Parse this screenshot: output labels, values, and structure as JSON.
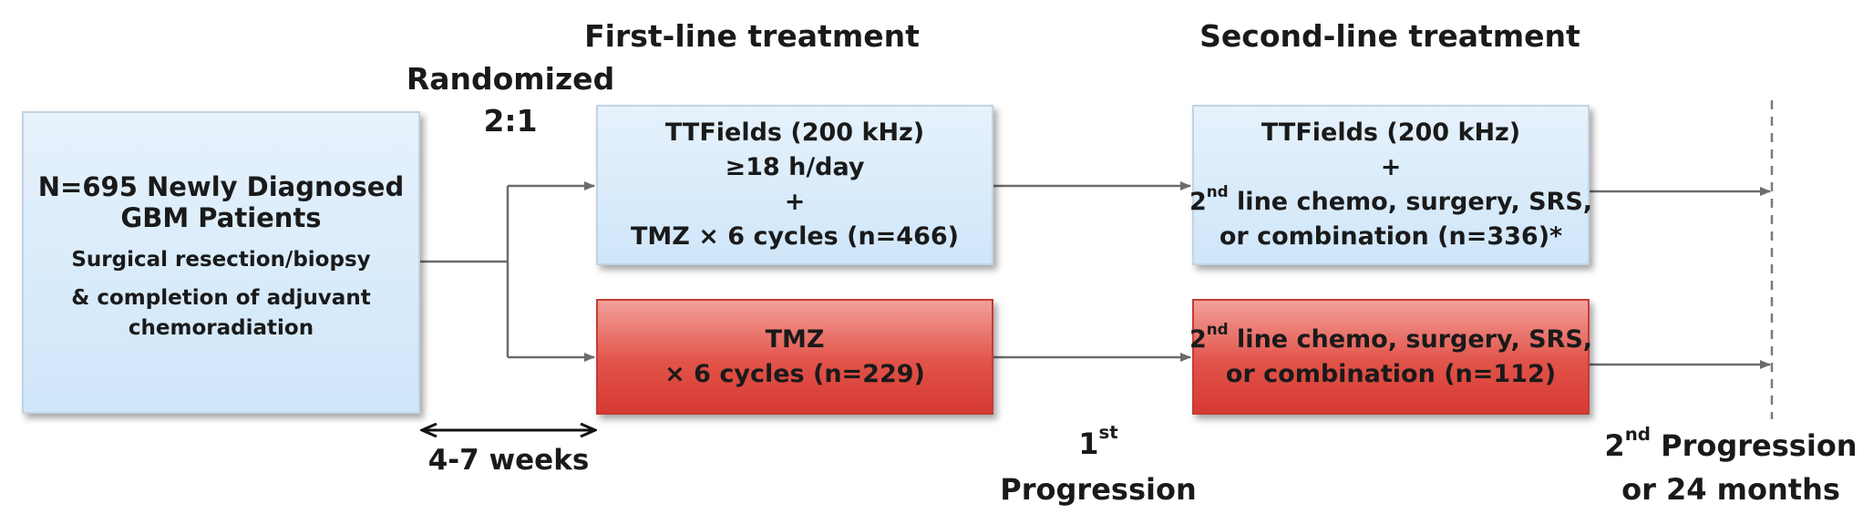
{
  "headers": {
    "first_line": "First-line treatment",
    "second_line": "Second-line treatment"
  },
  "randomization": {
    "line1": "Randomized",
    "line2": "2:1"
  },
  "patients_box": {
    "title_line1": "N=695 Newly Diagnosed",
    "title_line2": "GBM Patients",
    "detail_line1": "Surgical resection/biopsy",
    "detail_line2": "& completion of adjuvant",
    "detail_line3": "chemoradiation"
  },
  "ttfields_first_line": {
    "line1": "TTFields (200 kHz)",
    "line2": "≥18 h/day",
    "line3": "+",
    "line4": "TMZ × 6 cycles (n=466)"
  },
  "tmz_first_line": {
    "line1": "TMZ",
    "line2": "× 6 cycles (n=229)"
  },
  "ttfields_second_line": {
    "line1": "TTFields (200 kHz)",
    "line2": "+",
    "line3_ordinal": "2",
    "line3_sup": "nd",
    "line3_rest": " line chemo, surgery, SRS,",
    "line4": "or combination (n=336)*"
  },
  "tmz_second_line": {
    "line1_ordinal": "2",
    "line1_sup": "nd",
    "line1_rest": " line chemo, surgery, SRS,",
    "line2": "or combination (n=112)"
  },
  "timing": {
    "label": "4-7 weeks"
  },
  "first_progression": {
    "ordinal": "1",
    "sup": "st",
    "word": "Progression"
  },
  "second_progression": {
    "ordinal": "2",
    "sup": "nd",
    "word": " Progression",
    "line2": "or 24 months"
  },
  "colors": {
    "blue_box": "#dcecfa",
    "red_box": "#e04a40",
    "arrow": "#6b6b6b",
    "text": "#1a1a1a"
  }
}
